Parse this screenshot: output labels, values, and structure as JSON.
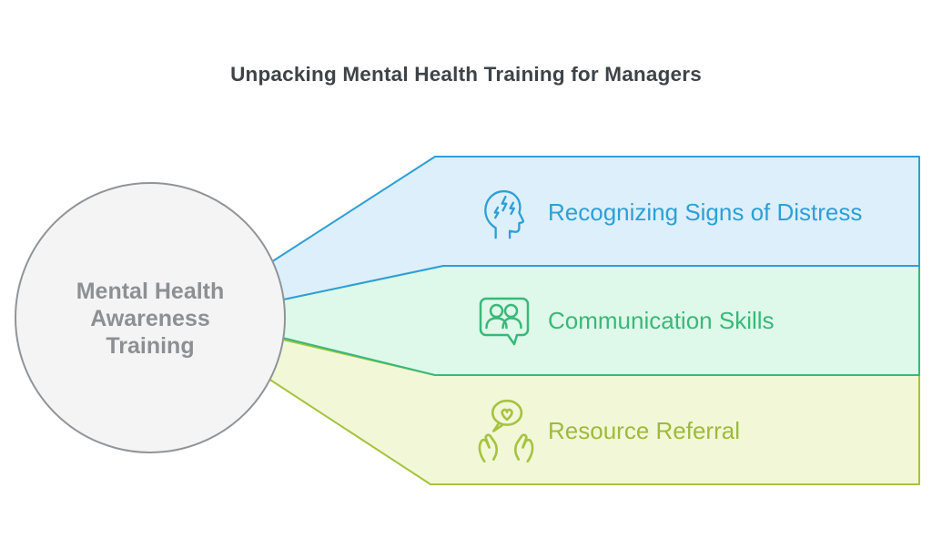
{
  "title": {
    "text": "Unpacking Mental Health Training for Managers",
    "color": "#3e4347"
  },
  "center": {
    "label": "Mental Health Awareness Training",
    "fill": "#f4f4f5",
    "stroke": "#919497",
    "text_color": "#8d9093"
  },
  "branches": [
    {
      "label": "Recognizing Signs of Distress",
      "icon": "stressed-head-icon",
      "fill": "#ddeffb",
      "stroke": "#2e9fd6",
      "text_color": "#2e9fd6"
    },
    {
      "label": "Communication Skills",
      "icon": "people-chat-bubble-icon",
      "fill": "#def8ea",
      "stroke": "#3ab878",
      "text_color": "#3ab878"
    },
    {
      "label": "Resource Referral",
      "icon": "hands-heart-bubble-icon",
      "fill": "#f2f7d8",
      "stroke": "#a6c33f",
      "text_color": "#9fba3a"
    }
  ]
}
